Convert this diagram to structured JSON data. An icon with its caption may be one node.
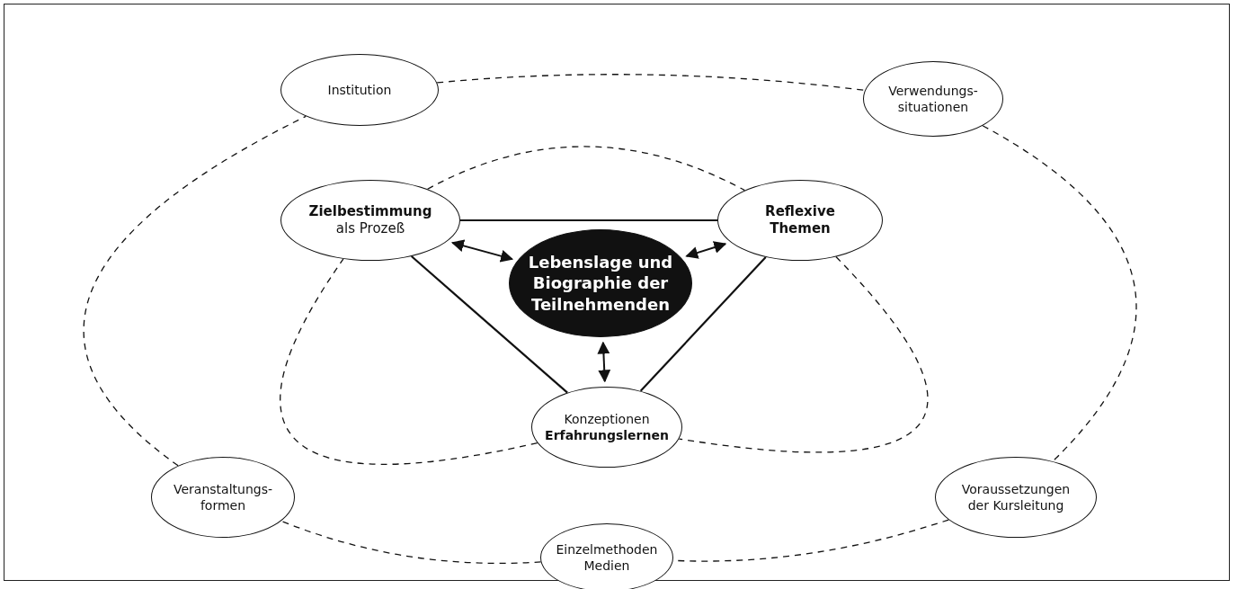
{
  "diagram": {
    "nodes": [
      {
        "text": [
          "Institution"
        ]
      },
      {
        "text": [
          "Verwendungs- situationen"
        ]
      },
      {
        "text": [
          "**Zielbestimmung** als Prozeß"
        ]
      },
      {
        "text": [
          "Reflexive Themen"
        ]
      },
      {
        "text": [
          "Lebenslage und Biographie der Teilnehmenden"
        ]
      },
      {
        "text": [
          "Konzeptionen **Erfahrungslernen**"
        ]
      },
      {
        "text": [
          "Veranstaltungs- formen"
        ]
      },
      {
        "text": [
          "Voraussetzungen der Kursleitung"
        ]
      },
      {
        "text": [
          "Einzelmethoden Medien"
        ]
      }
    ],
    "edges": [
      {
        "from": 2,
        "to": 3,
        "arrow": "none"
      },
      {
        "from": 2,
        "to": 5,
        "arrow": "none"
      },
      {
        "from": 3,
        "to": 5,
        "arrow": "none"
      },
      {
        "from": 2,
        "to": 4,
        "arrow": "both"
      },
      {
        "from": 3,
        "to": 4,
        "arrow": "both"
      },
      {
        "from": 4,
        "to": 5,
        "arrow": "both"
      },
      {
        "from": 2,
        "to": 3,
        "arrow": "none",
        "style": "dashed"
      },
      {
        "from": 3,
        "to": 5,
        "arrow": "none",
        "style": "dashed"
      },
      {
        "from": 5,
        "to": 2,
        "arrow": "none",
        "style": "dashed"
      },
      {
        "from": 0,
        "to": 1,
        "arrow": "none",
        "style": "dashed"
      },
      {
        "from": 1,
        "to": 7,
        "arrow": "none",
        "style": "dashed"
      },
      {
        "from": 7,
        "to": 8,
        "arrow": "none",
        "style": "dashed"
      },
      {
        "from": 8,
        "to": 6,
        "arrow": "none",
        "style": "dashed"
      },
      {
        "from": 6,
        "to": 0,
        "arrow": "none",
        "style": "dashed"
      }
    ]
  }
}
